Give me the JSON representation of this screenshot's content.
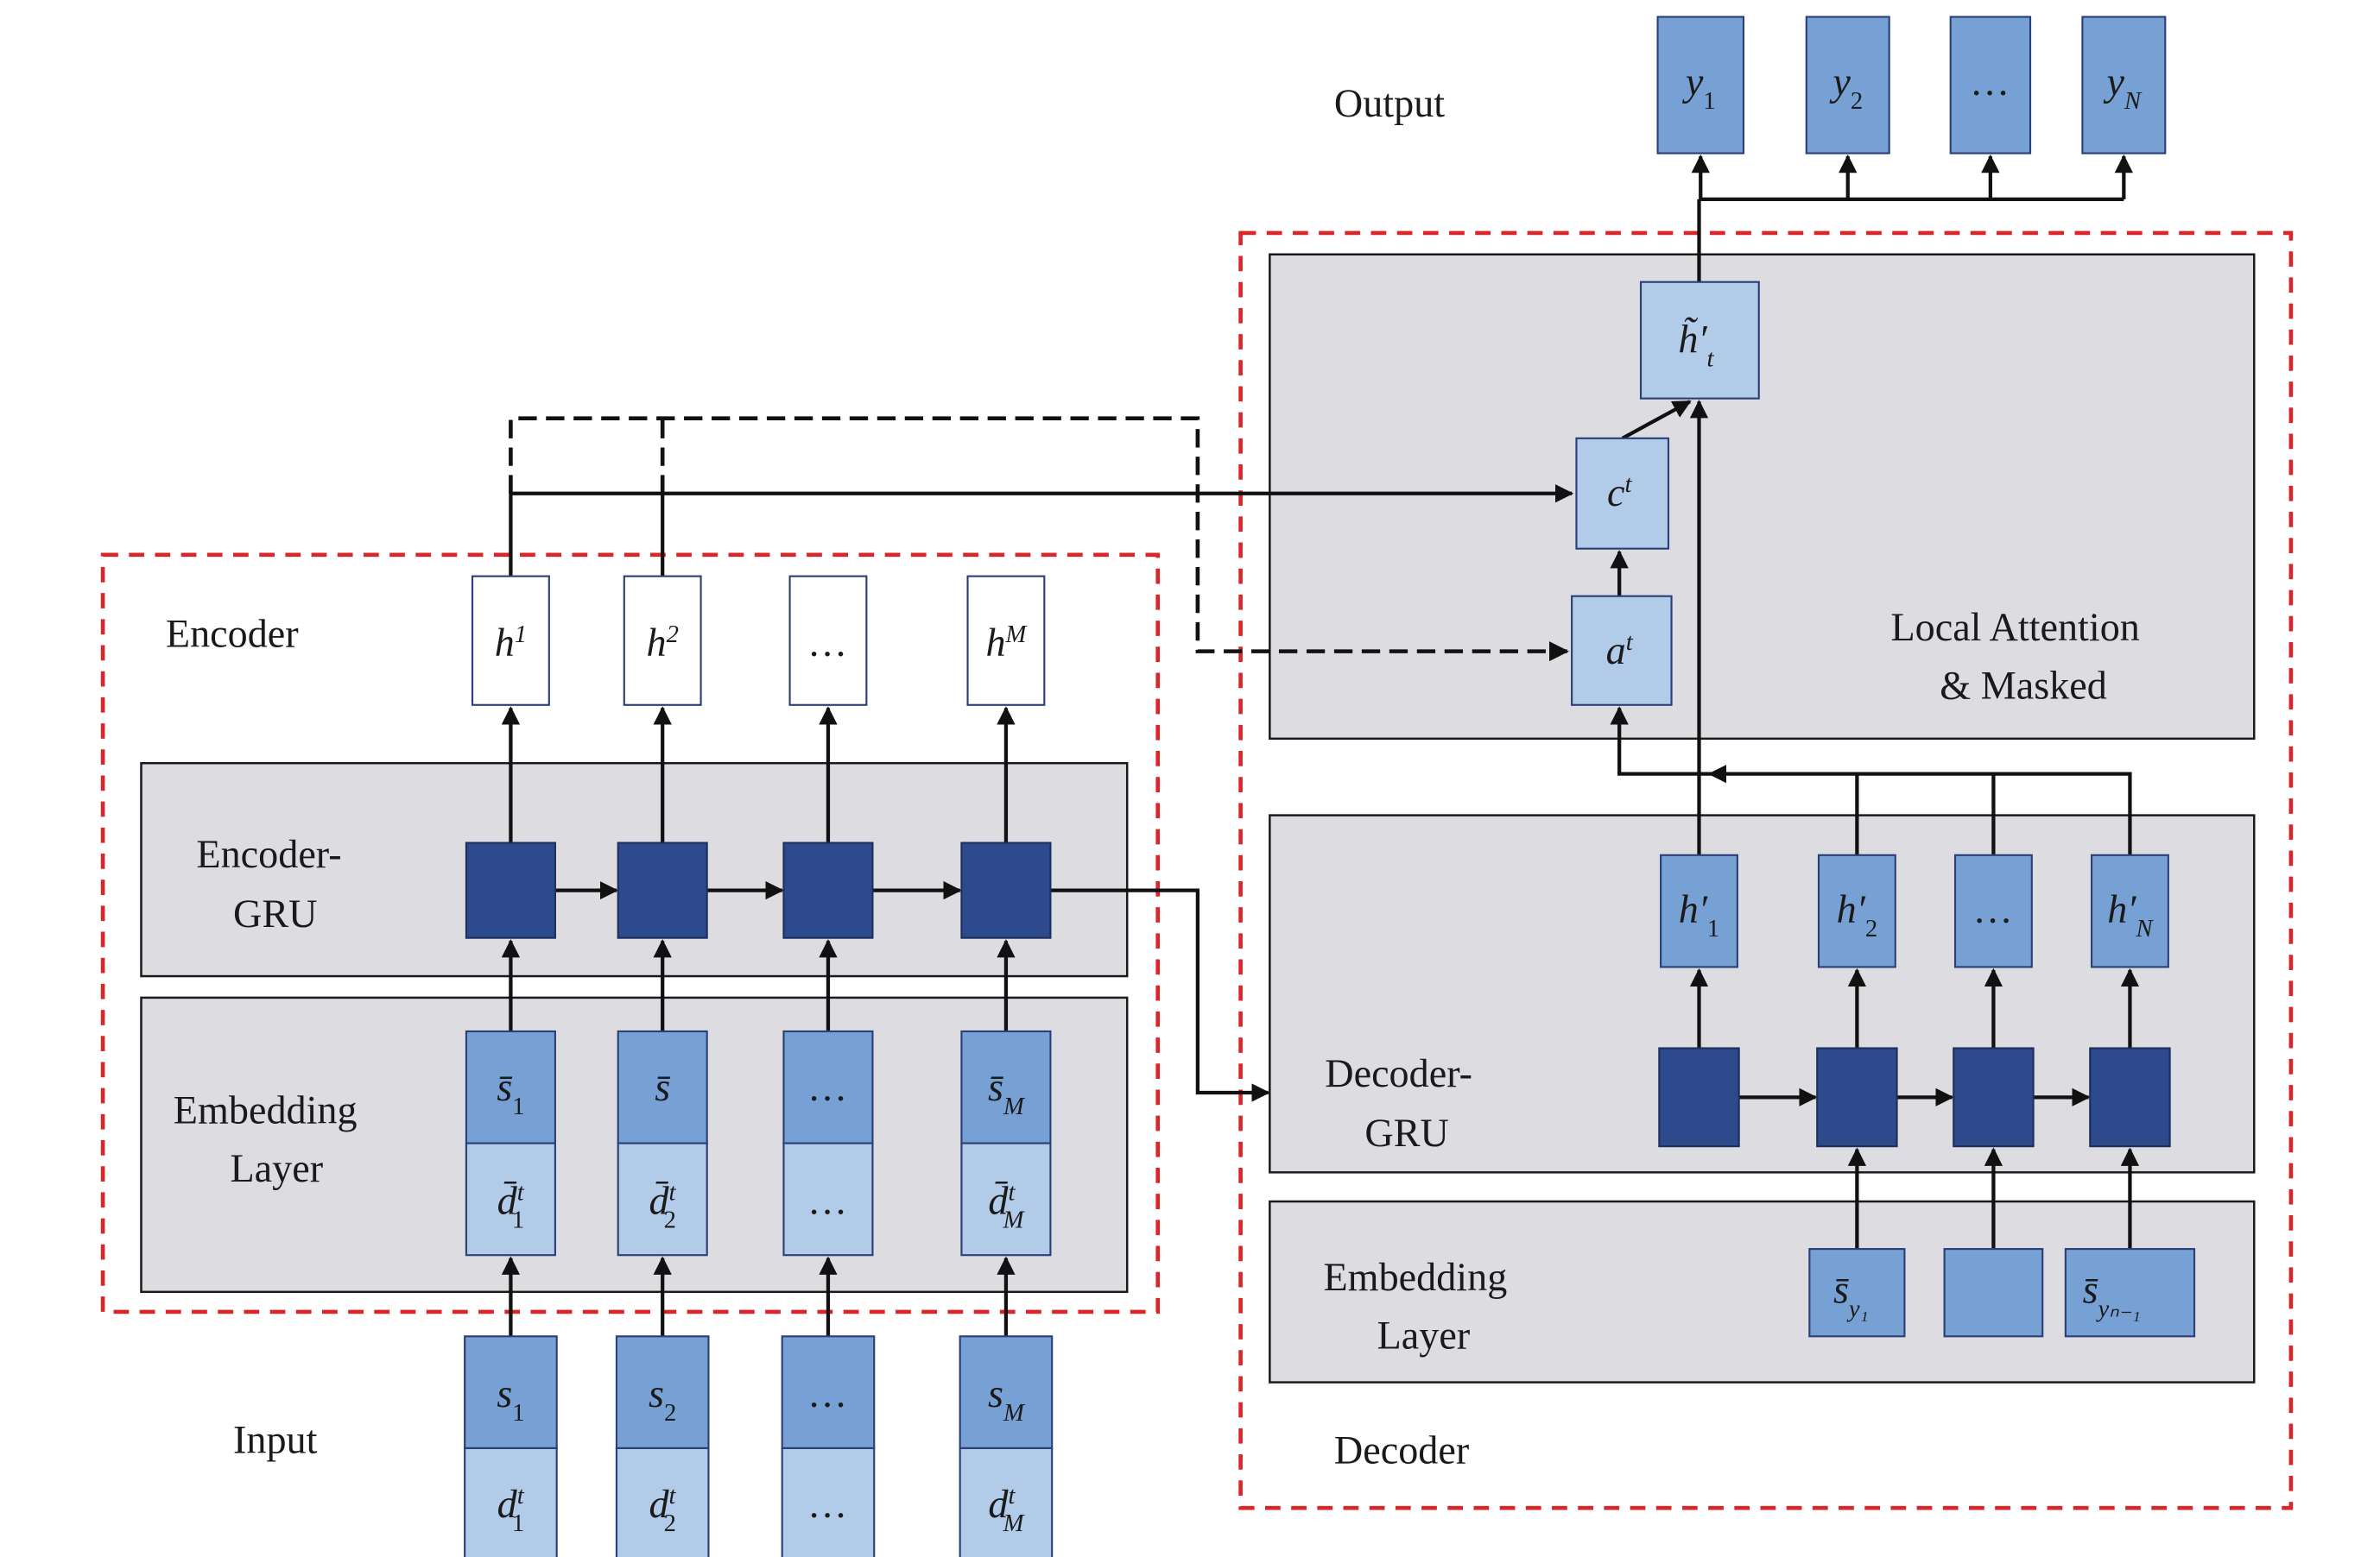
{
  "sections": {
    "output": "Output",
    "encoder": "Encoder",
    "encoder_gru": [
      "Encoder-",
      "GRU"
    ],
    "encoder_embedding": [
      "Embedding",
      "Layer"
    ],
    "input": "Input",
    "local_attention": [
      "Local Attention",
      "& Masked"
    ],
    "decoder_gru": [
      "Decoder-",
      "GRU"
    ],
    "decoder_embedding": [
      "Embedding",
      "Layer"
    ],
    "decoder": "Decoder"
  },
  "outputs": [
    {
      "base": "y",
      "sub": "1"
    },
    {
      "base": "y",
      "sub": "2"
    },
    {
      "base": "…",
      "sub": ""
    },
    {
      "base": "y",
      "sub": "N"
    }
  ],
  "encoder_hidden": [
    {
      "base": "h",
      "sup": "1"
    },
    {
      "base": "h",
      "sup": "2"
    },
    {
      "base": "…",
      "sup": ""
    },
    {
      "base": "h",
      "sup": "M"
    }
  ],
  "encoder_embedding_cells": [
    {
      "top": {
        "base": "s̄",
        "sub": "1"
      },
      "bottom": {
        "base": "d̄",
        "sub": "1",
        "sup": "t"
      }
    },
    {
      "top": {
        "base": "s̄",
        "sub": ""
      },
      "bottom": {
        "base": "d̄",
        "sub": "2",
        "sup": "t"
      }
    },
    {
      "top": {
        "base": "…",
        "sub": ""
      },
      "bottom": {
        "base": "…",
        "sub": "",
        "sup": ""
      }
    },
    {
      "top": {
        "base": "s̄",
        "sub": "M"
      },
      "bottom": {
        "base": "d̄",
        "sub": "M",
        "sup": "t"
      }
    }
  ],
  "inputs": [
    {
      "top": {
        "base": "s",
        "sub": "1"
      },
      "bottom": {
        "base": "d",
        "sub": "1",
        "sup": "t"
      }
    },
    {
      "top": {
        "base": "s",
        "sub": "2"
      },
      "bottom": {
        "base": "d",
        "sub": "2",
        "sup": "t"
      }
    },
    {
      "top": {
        "base": "…",
        "sub": ""
      },
      "bottom": {
        "base": "…",
        "sub": "",
        "sup": ""
      }
    },
    {
      "top": {
        "base": "s",
        "sub": "M"
      },
      "bottom": {
        "base": "d",
        "sub": "M",
        "sup": "t"
      }
    }
  ],
  "attention": {
    "h_tilde": {
      "base": "h̃′",
      "sub": "t"
    },
    "context": {
      "base": "c",
      "sup": "t"
    },
    "alignment": {
      "base": "a",
      "sup": "t"
    }
  },
  "decoder_hidden": [
    {
      "base": "h′",
      "sub": "1"
    },
    {
      "base": "h′",
      "sub": "2"
    },
    {
      "base": "…",
      "sub": ""
    },
    {
      "base": "h′",
      "sub": "N"
    }
  ],
  "decoder_embedding_cells": [
    {
      "base": "s̄",
      "sub": "y₁"
    },
    {
      "base": "",
      "sub": ""
    },
    {
      "base": "s̄",
      "sub": "yₙ₋₁"
    }
  ],
  "colors": {
    "gru": "#2d4a8c",
    "mid_blue": "#77a1d4",
    "light_blue": "#b1cbe9",
    "panel": "#dcdce1",
    "red_dashed": "#d8262b"
  }
}
